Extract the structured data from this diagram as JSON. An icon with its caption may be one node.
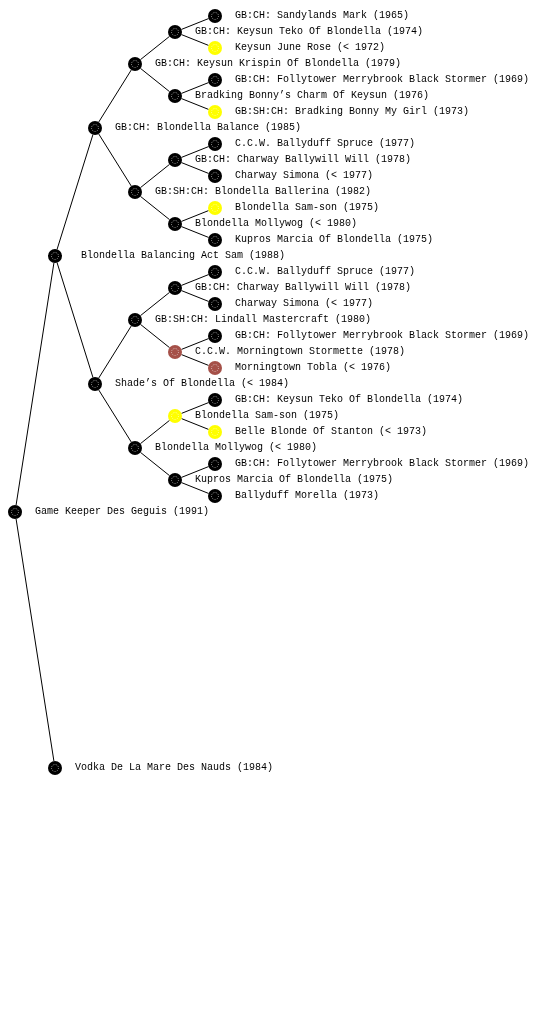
{
  "diagram": {
    "nodes": [
      {
        "text": [],
        "shape": "circle",
        "beside": [
          "GB:CH: Sandylands Mark (1965)"
        ]
      },
      {
        "text": [],
        "shape": "circle"
      },
      {
        "text": [],
        "shape": "circle",
        "beside": [
          "Keysun June Rose (< 1972)"
        ]
      },
      {
        "text": [],
        "shape": "circle"
      },
      {
        "text": [],
        "shape": "circle",
        "beside": [
          "GB:CH: Follytower Merrybrook Black Stormer (1969)"
        ]
      },
      {
        "text": [],
        "shape": "circle"
      },
      {
        "text": [],
        "shape": "circle",
        "beside": [
          "GB:SH:CH: Bradking Bonny My Girl (1973)"
        ]
      },
      {
        "text": [],
        "shape": "circle"
      },
      {
        "text": [],
        "shape": "circle",
        "beside": [
          "C.C.W. Ballyduff Spruce (1977)"
        ]
      },
      {
        "text": [],
        "shape": "circle"
      },
      {
        "text": [],
        "shape": "circle",
        "beside": [
          "Charway Simona (< 1977)"
        ]
      },
      {
        "text": [],
        "shape": "circle"
      },
      {
        "text": [],
        "shape": "circle",
        "beside": [
          "Blondella Sam-son (1975)"
        ]
      },
      {
        "text": [],
        "shape": "circle"
      },
      {
        "text": [],
        "shape": "circle",
        "beside": [
          "Kupros Marcia Of Blondella (1975)"
        ]
      },
      {
        "text": [],
        "shape": "circle"
      },
      {
        "text": [],
        "shape": "circle",
        "beside": [
          "C.C.W. Ballyduff Spruce (1977)"
        ]
      },
      {
        "text": [],
        "shape": "circle"
      },
      {
        "text": [],
        "shape": "circle",
        "beside": [
          "Charway Simona (< 1977)"
        ]
      },
      {
        "text": [],
        "shape": "circle"
      },
      {
        "text": [],
        "shape": "circle",
        "beside": [
          "GB:CH: Follytower Merrybrook Black Stormer (1969)"
        ]
      },
      {
        "text": [],
        "shape": "circle"
      },
      {
        "text": [],
        "shape": "circle",
        "beside": [
          "Morningtown Tobla (< 1976)"
        ]
      },
      {
        "text": [],
        "shape": "circle"
      },
      {
        "text": [],
        "shape": "circle",
        "beside": [
          "GB:CH: Keysun Teko Of Blondella (1974)"
        ]
      },
      {
        "text": [],
        "shape": "circle"
      },
      {
        "text": [],
        "shape": "circle",
        "beside": [
          "Belle Blonde Of Stanton (< 1973)"
        ]
      },
      {
        "text": [],
        "shape": "circle"
      },
      {
        "text": [],
        "shape": "circle",
        "beside": [
          "GB:CH: Follytower Merrybrook Black Stormer (1969)"
        ]
      },
      {
        "text": [],
        "shape": "circle"
      },
      {
        "text": [],
        "shape": "circle",
        "beside": [
          "Ballyduff Morella (1973)"
        ]
      },
      {
        "text": [],
        "shape": "circle"
      },
      {
        "text": [],
        "shape": "circle",
        "beside": [
          "Vodka De La Mare Des Nauds (1984)"
        ]
      }
    ],
    "edges": [
      {
        "from": 31,
        "to": 15,
        "arrow": "none"
      },
      {
        "from": 31,
        "to": 32,
        "arrow": "none"
      },
      {
        "from": 15,
        "to": 7,
        "arrow": "none"
      },
      {
        "from": 15,
        "to": 23,
        "arrow": "none"
      },
      {
        "from": 7,
        "to": 3,
        "arrow": "none"
      },
      {
        "from": 7,
        "to": 11,
        "arrow": "none"
      },
      {
        "from": 23,
        "to": 19,
        "arrow": "none"
      },
      {
        "from": 23,
        "to": 27,
        "arrow": "none"
      },
      {
        "from": 3,
        "to": 1,
        "arrow": "none"
      },
      {
        "from": 3,
        "to": 5,
        "arrow": "none"
      },
      {
        "from": 11,
        "to": 9,
        "arrow": "none"
      },
      {
        "from": 11,
        "to": 13,
        "arrow": "none"
      },
      {
        "from": 19,
        "to": 17,
        "arrow": "none"
      },
      {
        "from": 19,
        "to": 21,
        "arrow": "none"
      },
      {
        "from": 27,
        "to": 25,
        "arrow": "none"
      },
      {
        "from": 27,
        "to": 29,
        "arrow": "none"
      },
      {
        "from": 1,
        "to": 0,
        "arrow": "none"
      },
      {
        "from": 1,
        "to": 2,
        "arrow": "none"
      },
      {
        "from": 5,
        "to": 4,
        "arrow": "none"
      },
      {
        "from": 5,
        "to": 6,
        "arrow": "none"
      },
      {
        "from": 9,
        "to": 8,
        "arrow": "none"
      },
      {
        "from": 9,
        "to": 10,
        "arrow": "none"
      },
      {
        "from": 13,
        "to": 12,
        "arrow": "none"
      },
      {
        "from": 13,
        "to": 14,
        "arrow": "none"
      },
      {
        "from": 17,
        "to": 16,
        "arrow": "none"
      },
      {
        "from": 17,
        "to": 18,
        "arrow": "none"
      },
      {
        "from": 21,
        "to": 20,
        "arrow": "none"
      },
      {
        "from": 21,
        "to": 22,
        "arrow": "none"
      },
      {
        "from": 25,
        "to": 24,
        "arrow": "none"
      },
      {
        "from": 25,
        "to": 26,
        "arrow": "none"
      },
      {
        "from": 29,
        "to": 28,
        "arrow": "none"
      },
      {
        "from": 29,
        "to": 30,
        "arrow": "none"
      }
    ],
    "labels": [
      "GB:CH: Keysun Teko Of Blondella (1974)",
      "GB:CH: Keysun Krispin Of Blondella (1979)",
      "Bradking Bonny’s Charm Of Keysun (1976)",
      "GB:CH: Blondella Balance (1985)",
      "GB:CH: Charway Ballywill Will (1978)",
      "GB:SH:CH: Blondella Ballerina (1982)",
      "Blondella Mollywog (< 1980)",
      "Blondella Balancing Act Sam (1988)",
      "GB:CH: Charway Ballywill Will (1978)",
      "GB:SH:CH: Lindall Mastercraft (1980)",
      "C.C.W. Morningtown Stormette (1978)",
      "Shade’s Of Blondella (< 1984)",
      "Blondella Sam-son (1975)",
      "Blondella Mollywog (< 1980)",
      "Kupros Marcia Of Blondella (1975)",
      "Game Keeper Des Geguis (1991)"
    ]
  }
}
